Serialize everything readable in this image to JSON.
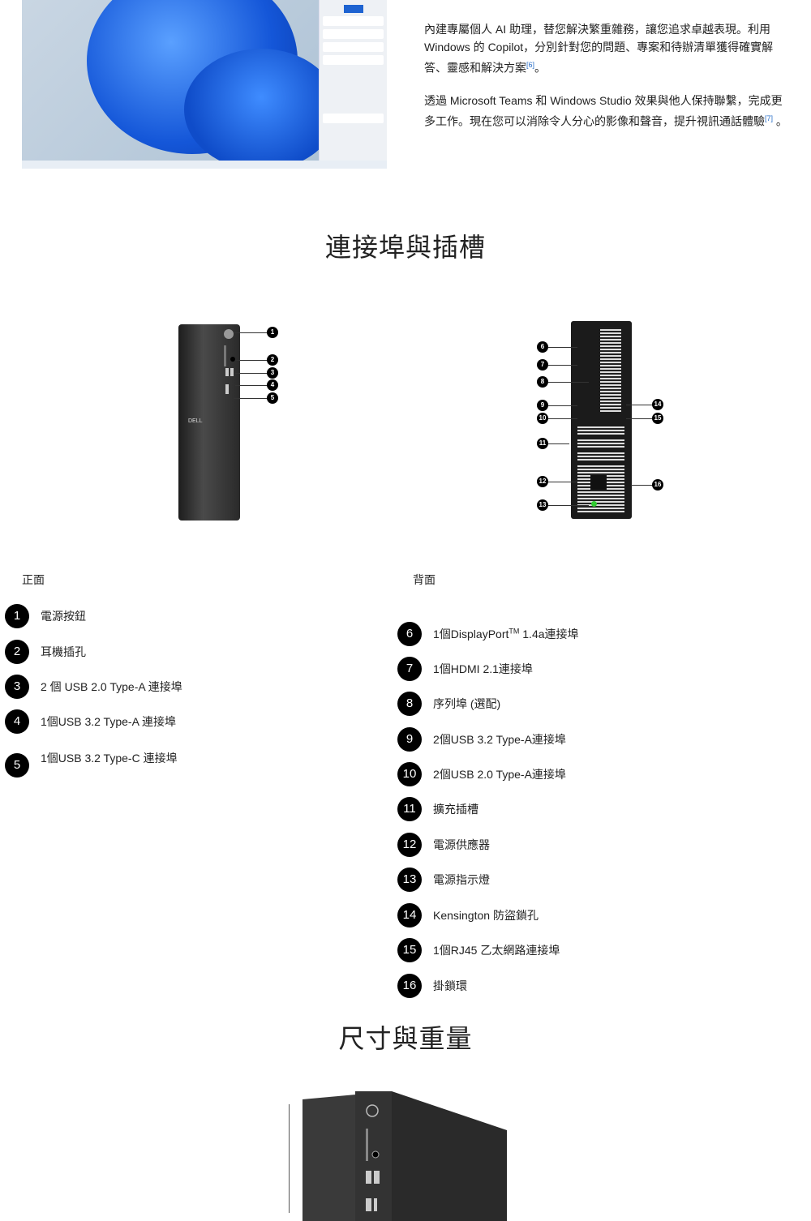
{
  "intro": {
    "para1": "內建專屬個人 AI 助理，替您解決繁重雜務，讓您追求卓越表現。利用 Windows 的 Copilot，分別針對您的問題、專案和待辦清單獲得確實解答、靈感和解決方案",
    "para1_ref": "[6]",
    "para1_end": "。",
    "para2": "透過 Microsoft Teams 和 Windows Studio 效果與他人保持聯繫，完成更多工作。現在您可以消除令人分心的影像和聲音，提升視訊通話體驗",
    "para2_ref": "[7]",
    "para2_end": " 。"
  },
  "ports": {
    "title": "連接埠與插槽",
    "front_label": "正面",
    "back_label": "背面",
    "front": [
      {
        "n": "1",
        "text": "電源按鈕"
      },
      {
        "n": "2",
        "text": "耳機插孔"
      },
      {
        "n": "3",
        "text": "2 個 USB 2.0 Type-A 連接埠"
      },
      {
        "n": "4",
        "text": "1個USB 3.2 Type-A 連接埠"
      },
      {
        "n": "5",
        "text": "1個USB 3.2 Type-C 連接埠"
      }
    ],
    "back": [
      {
        "n": "6",
        "text": "1個DisplayPort",
        "sup": "TM",
        "text2": " 1.4a連接埠"
      },
      {
        "n": "7",
        "text": "1個HDMI 2.1連接埠"
      },
      {
        "n": "8",
        "text": "序列埠 (選配)"
      },
      {
        "n": "9",
        "text": "2個USB 3.2 Type-A連接埠"
      },
      {
        "n": "10",
        "text": "2個USB 2.0 Type-A連接埠"
      },
      {
        "n": "11",
        "text": "擴充插槽"
      },
      {
        "n": "12",
        "text": "電源供應器"
      },
      {
        "n": "13",
        "text": "電源指示燈"
      },
      {
        "n": "14",
        "text": "Kensington 防盜鎖孔"
      },
      {
        "n": "15",
        "text": "1個RJ45 乙太網路連接埠"
      },
      {
        "n": "16",
        "text": "掛鎖環"
      }
    ],
    "logo": "DELL"
  },
  "dimensions": {
    "title": "尺寸與重量"
  }
}
